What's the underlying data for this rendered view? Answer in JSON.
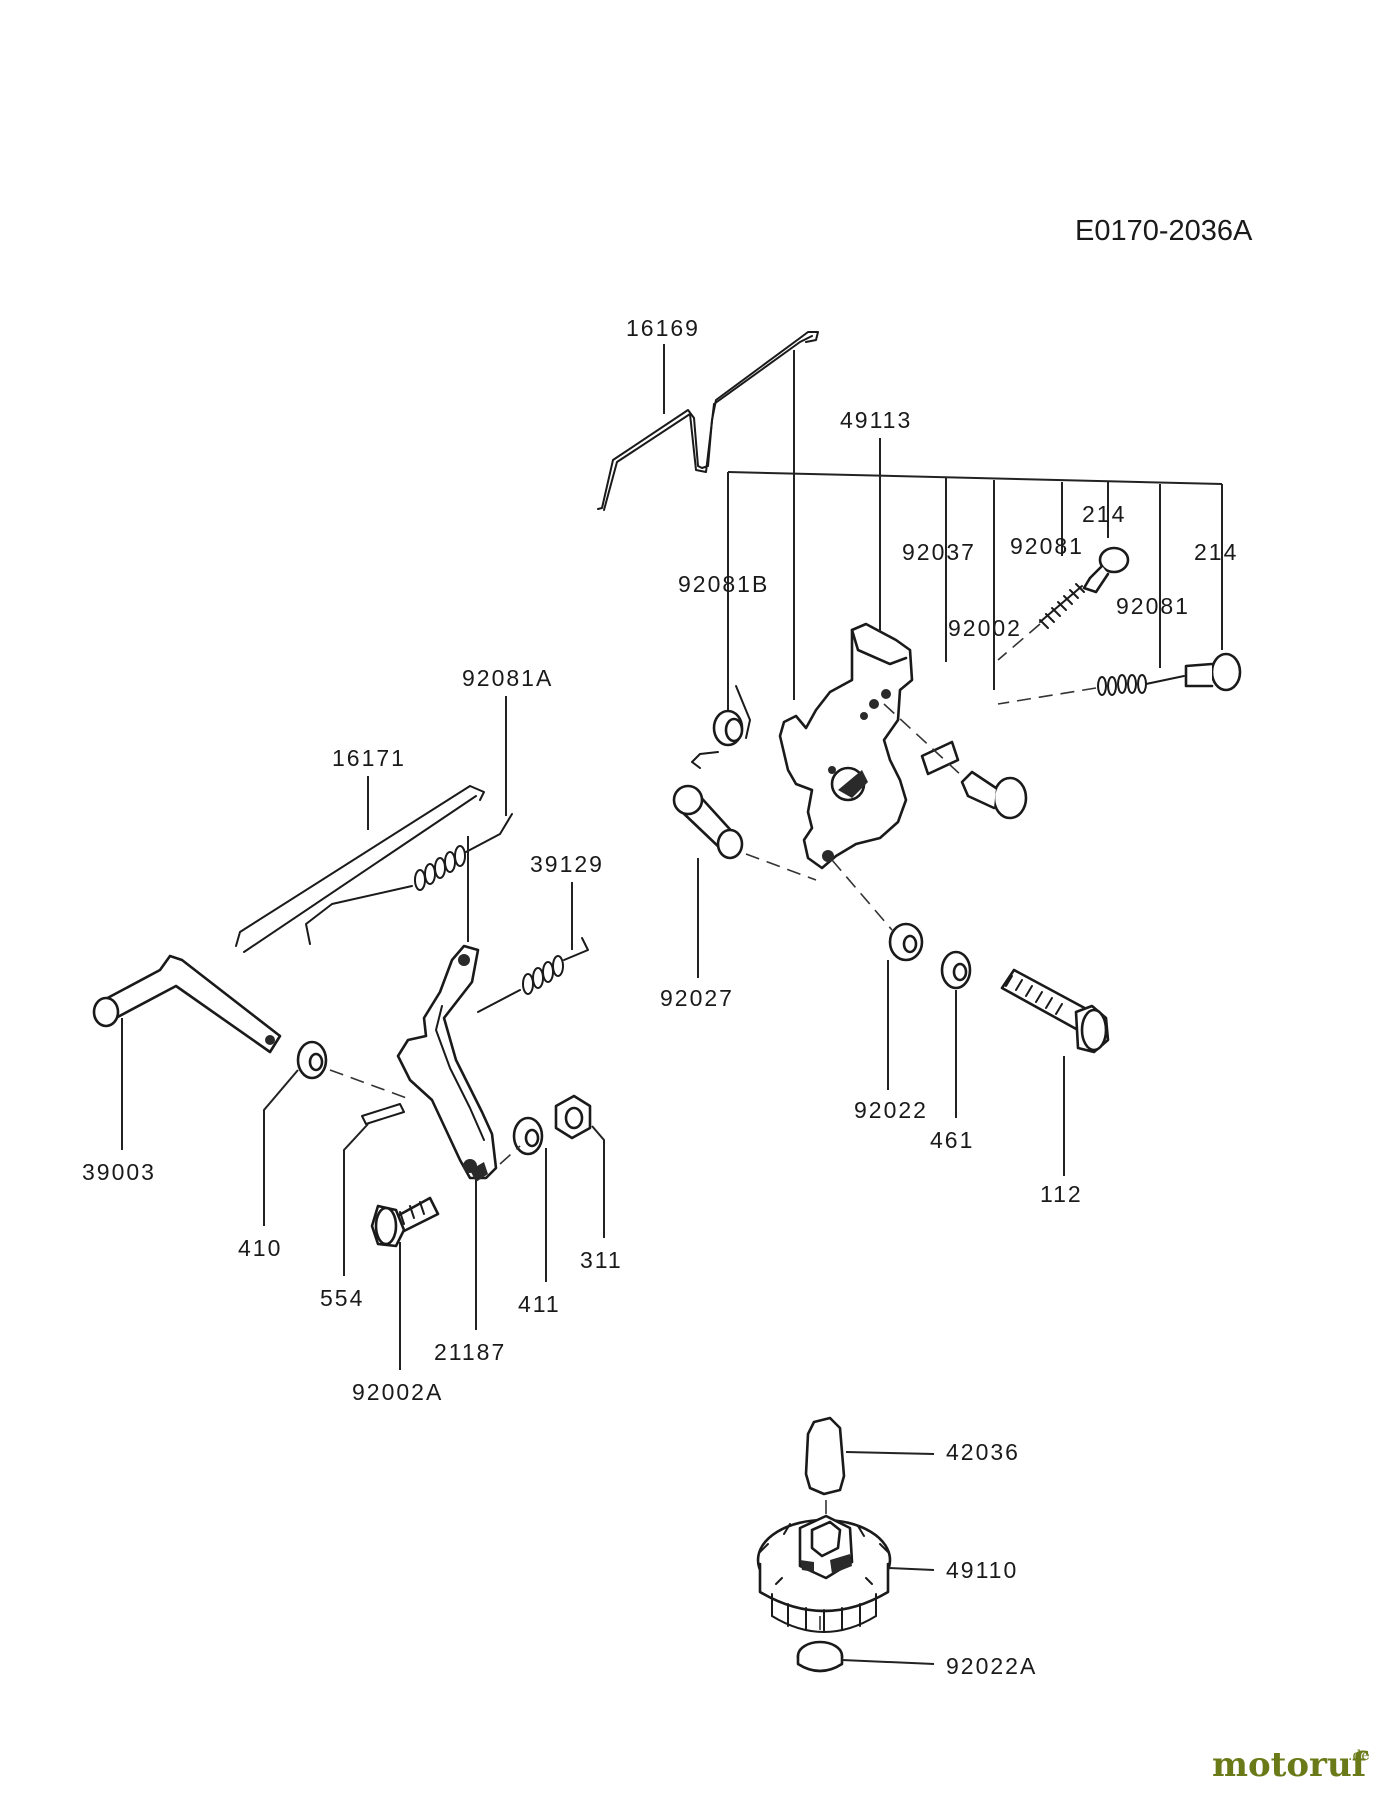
{
  "diagram_code": "E0170-2036A",
  "watermark": {
    "brand": "motoruf",
    "suffix": ".de",
    "color": "#6b7a18"
  },
  "labels": {
    "p16169": "16169",
    "p49113": "49113",
    "p92081B": "92081B",
    "p92037": "92037",
    "p92081_upper": "92081",
    "p214_upper": "214",
    "p214_right": "214",
    "p92081_right": "92081",
    "p92002": "92002",
    "p92081A": "92081A",
    "p16171": "16171",
    "p39129": "39129",
    "p92027": "92027",
    "p39003": "39003",
    "p410": "410",
    "p554": "554",
    "p411": "411",
    "p311": "311",
    "p21187": "21187",
    "p92002A": "92002A",
    "p92022": "92022",
    "p461": "461",
    "p112": "112",
    "p42036": "42036",
    "p49110": "49110",
    "p92022A": "92022A"
  }
}
